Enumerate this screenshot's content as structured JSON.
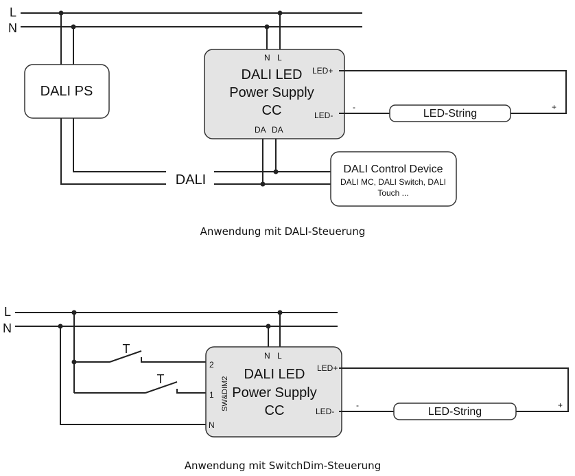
{
  "diagram1": {
    "line_l": "L",
    "line_n": "N",
    "dali_ps": "DALI PS",
    "psu_title": [
      "DALI LED",
      "Power Supply",
      "CC"
    ],
    "pin_n": "N",
    "pin_l": "L",
    "pin_da1": "DA",
    "pin_da2": "DA",
    "led_plus": "LED+",
    "led_minus": "LED-",
    "string_minus": "-",
    "string_plus": "+",
    "led_string": "LED-String",
    "bus_label": "DALI",
    "control_title": "DALI Control Device",
    "control_line1": "DALI MC, DALI Switch, DALI",
    "control_line2": "Touch ...",
    "caption": "Anwendung mit DALI-Steuerung"
  },
  "diagram2": {
    "line_l": "L",
    "line_n": "N",
    "switch1": "T",
    "switch2": "T",
    "psu_title": [
      "DALI LED",
      "Power Supply",
      "CC"
    ],
    "pin_n": "N",
    "pin_l": "L",
    "pin_2": "2",
    "pin_1": "1",
    "pin_n_left": "N",
    "swdim_label": "SW&DIM2",
    "led_plus": "LED+",
    "led_minus": "LED-",
    "string_minus": "-",
    "string_plus": "+",
    "led_string": "LED-String",
    "caption": "Anwendung mit SwitchDim-Steuerung"
  }
}
